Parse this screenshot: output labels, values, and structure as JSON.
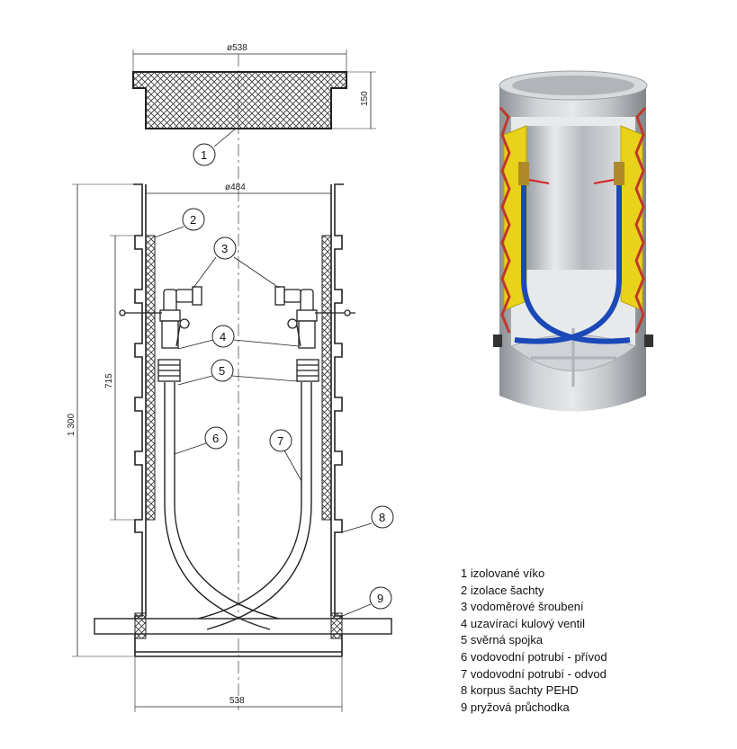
{
  "dimensions": {
    "lid_diameter": "ø538",
    "lid_height": "150",
    "inner_diameter": "ø484",
    "total_height": "1 300",
    "insulation_height": "715",
    "base_width": "538"
  },
  "callouts": [
    "1",
    "2",
    "3",
    "4",
    "5",
    "6",
    "7",
    "8",
    "9"
  ],
  "legend": [
    "1 izolované víko",
    "2 izolace šachty",
    "3 vodoměrové šroubení",
    "4 uzavírací kulový ventil",
    "5 svěrná spojka",
    "6 vodovodní potrubí - přívod",
    "7 vodovodní potrubí - odvod",
    "8 korpus šachty PEHD",
    "9 pryžová průchodka"
  ],
  "colors": {
    "line": "#222222",
    "insulation_yellow": "#e8d21a",
    "pipe_blue": "#1c49b8",
    "shaft_grey": "#b9bdc2",
    "cutaway_red": "#c0392b"
  }
}
